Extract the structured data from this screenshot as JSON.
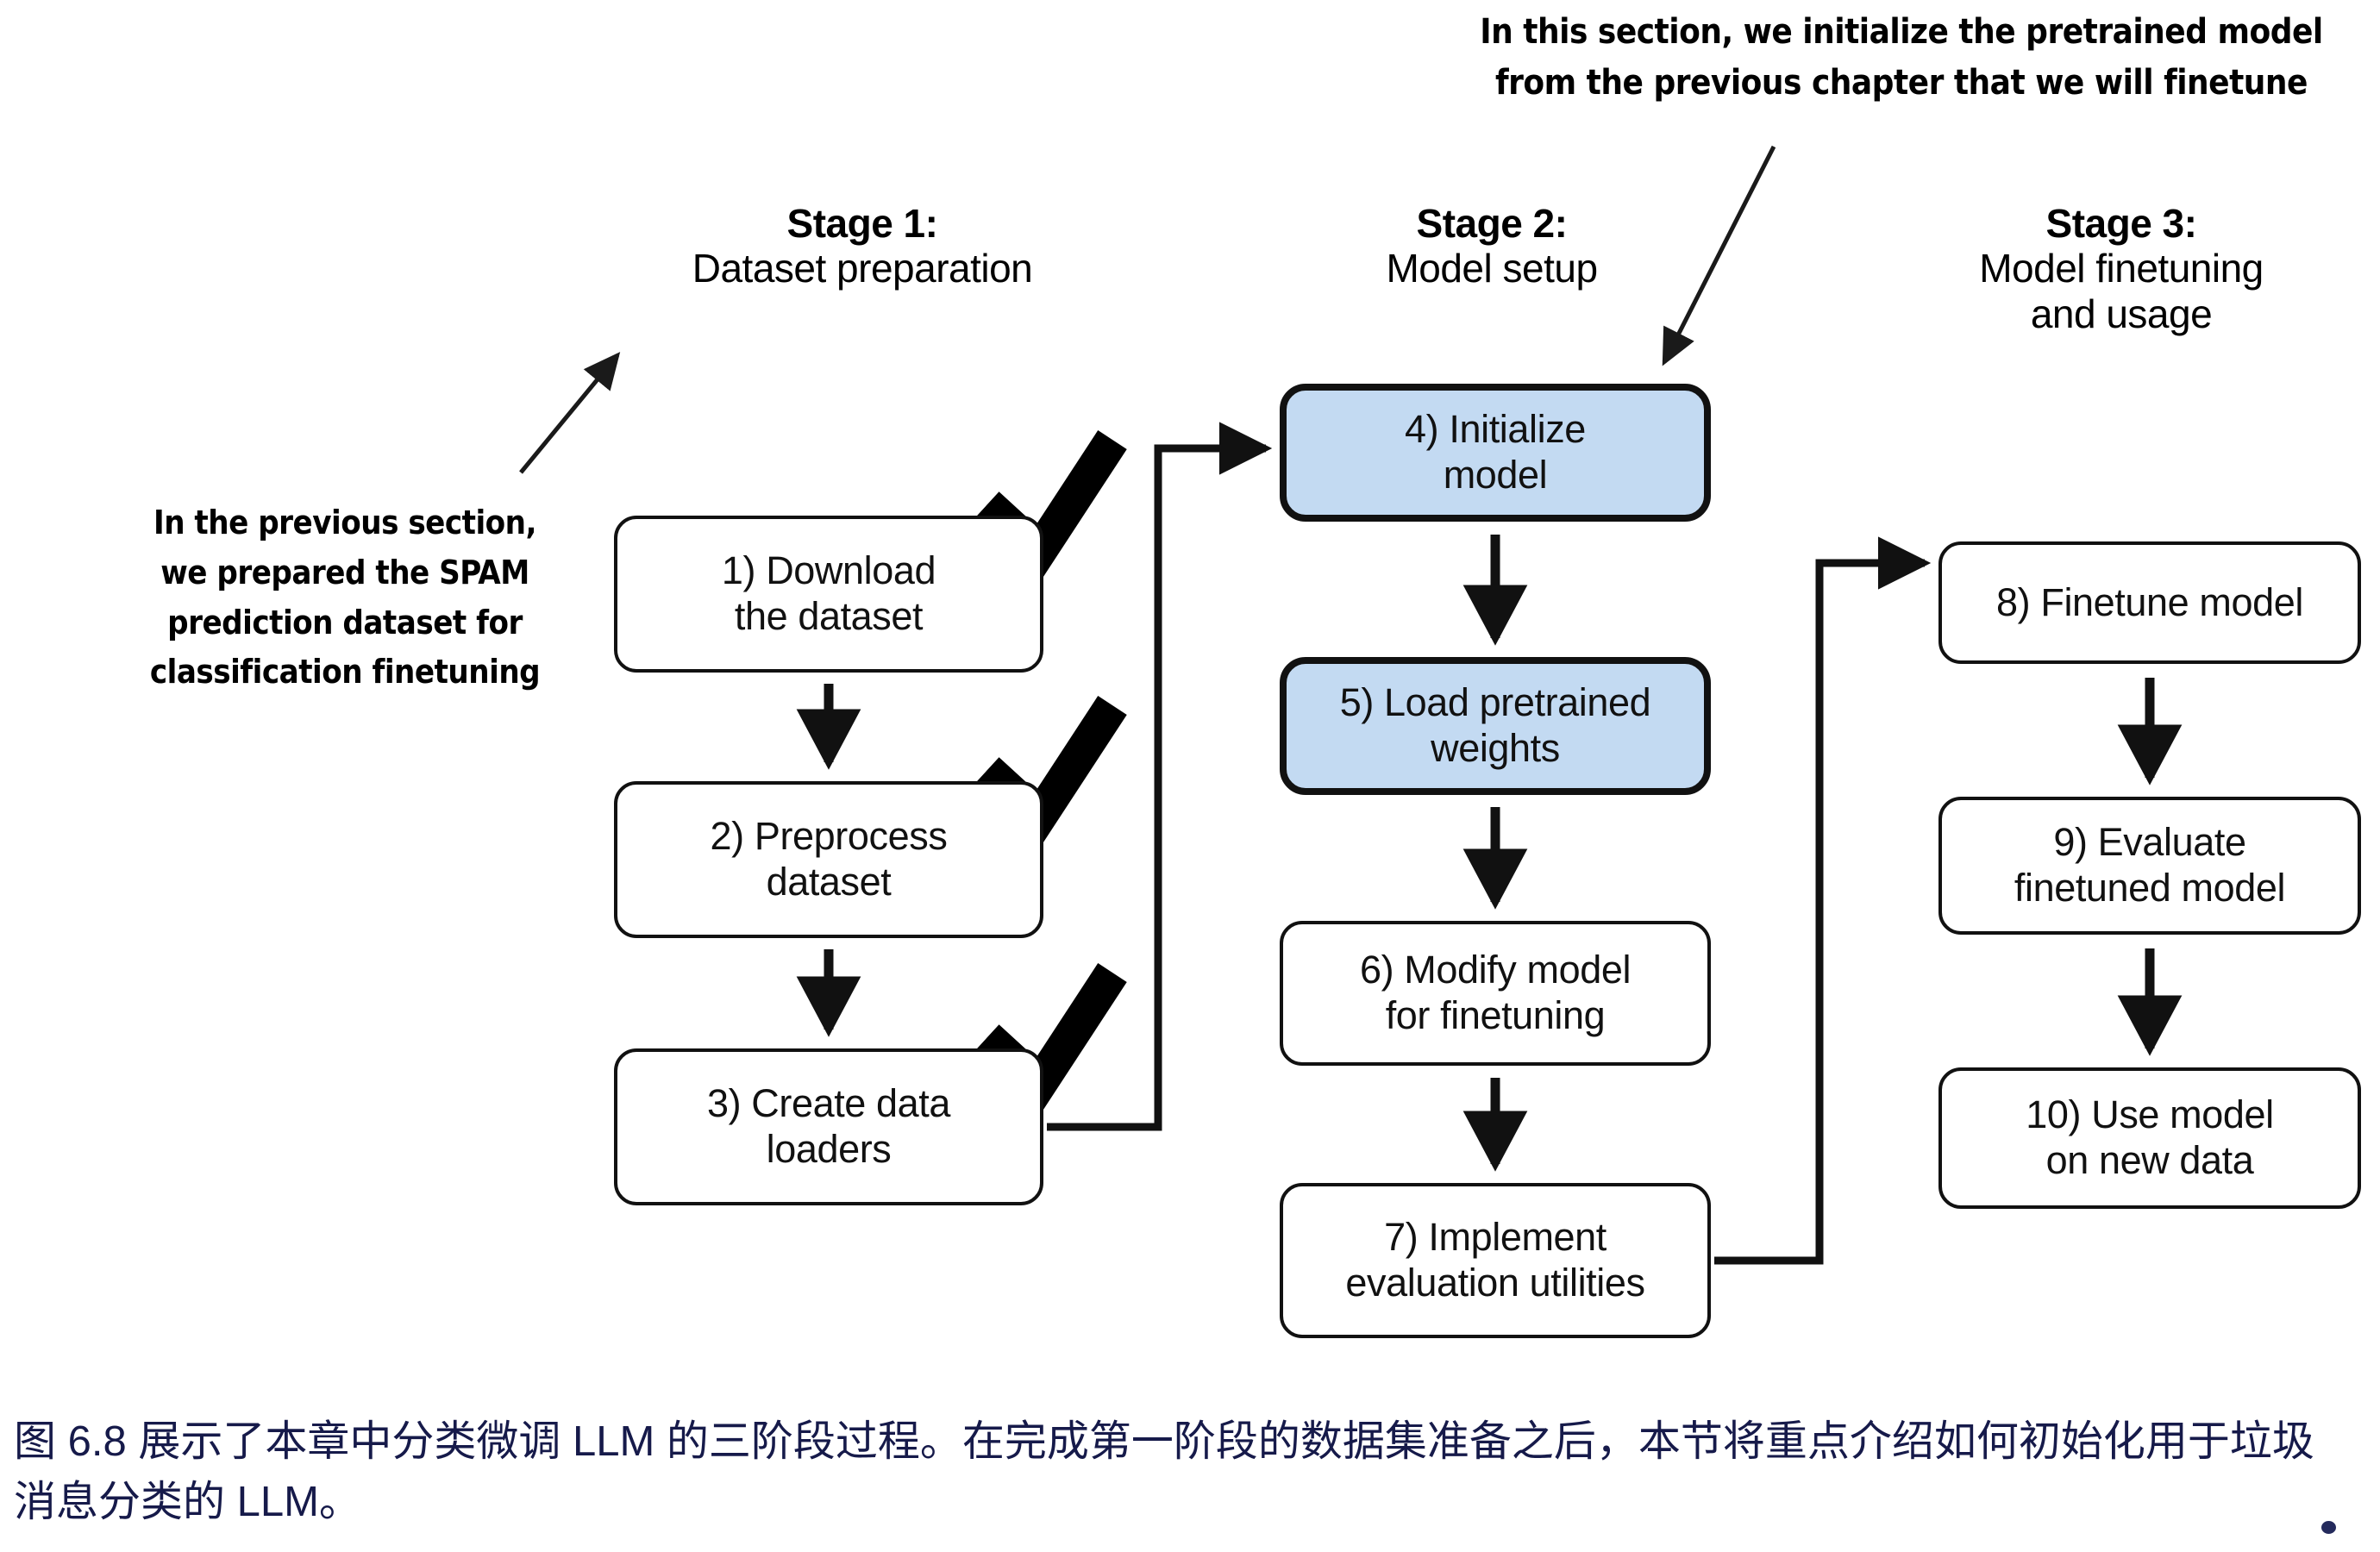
{
  "annotations": {
    "top": "In this section, we initialize the pretrained model\nfrom the previous chapter that we will finetune",
    "left": "In the previous section,\nwe prepared the SPAM\nprediction dataset for\nclassification finetuning"
  },
  "stages": [
    {
      "title": "Stage 1:",
      "subtitle": "Dataset preparation"
    },
    {
      "title": "Stage 2:",
      "subtitle": "Model setup"
    },
    {
      "title": "Stage 3:",
      "subtitle": "Model finetuning\nand usage"
    }
  ],
  "nodes": {
    "n1": {
      "label": "1) Download\nthe dataset",
      "state": "done"
    },
    "n2": {
      "label": "2) Preprocess\ndataset",
      "state": "done"
    },
    "n3": {
      "label": "3) Create data\nloaders",
      "state": "done"
    },
    "n4": {
      "label": "4) Initialize\nmodel",
      "state": "highlighted"
    },
    "n5": {
      "label": "5) Load pretrained\nweights",
      "state": "highlighted"
    },
    "n6": {
      "label": "6) Modify model\nfor finetuning",
      "state": "normal"
    },
    "n7": {
      "label": "7) Implement\nevaluation utilities",
      "state": "normal"
    },
    "n8": {
      "label": "8) Finetune model",
      "state": "normal"
    },
    "n9": {
      "label": "9) Evaluate\nfinetuned model",
      "state": "normal"
    },
    "n10": {
      "label": "10) Use model\non new data",
      "state": "normal"
    }
  },
  "caption": "图 6.8 展示了本章中分类微调 LLM 的三阶段过程。在完成第一阶段的数据集准备之后，本节将重点介绍如何初始化用于垃圾消息分类的 LLM。",
  "colors": {
    "highlight_fill": "#c3daf2",
    "stroke": "#111111",
    "caption_text": "#161a4a",
    "background": "#ffffff"
  },
  "icons": {
    "checkmarks": 3,
    "checkmark_name": "check-icon"
  }
}
